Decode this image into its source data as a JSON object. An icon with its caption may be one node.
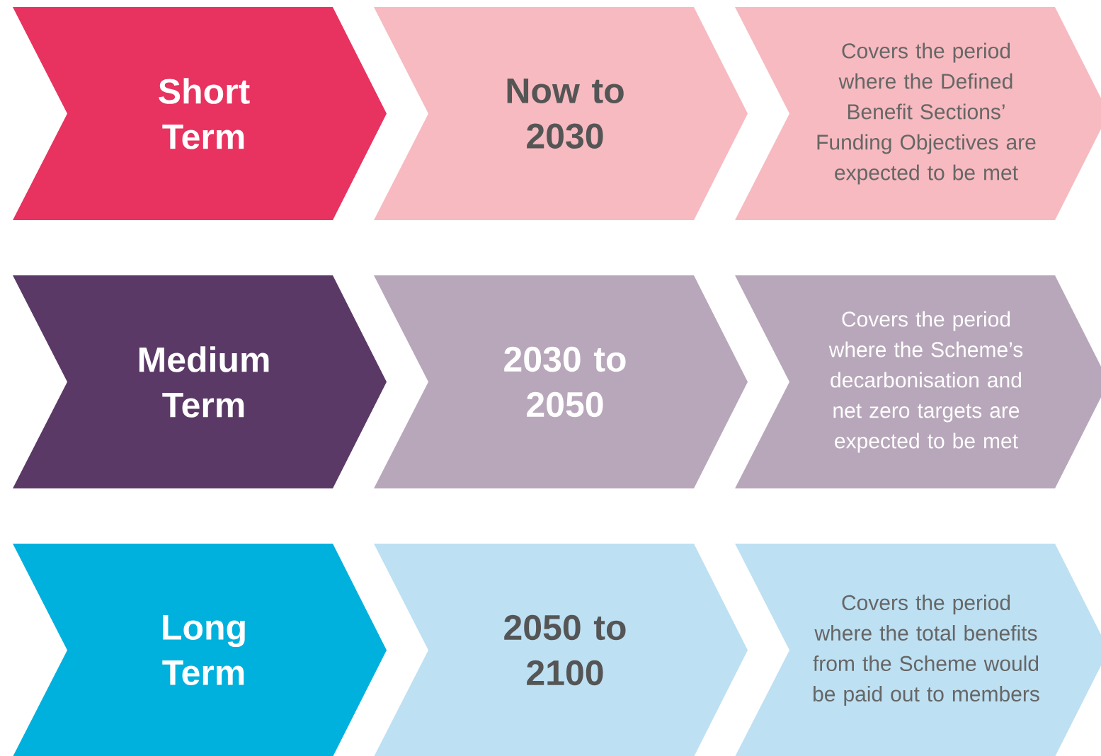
{
  "diagram": {
    "nodes": [
      {
        "text": [
          "Short Term"
        ]
      },
      {
        "text": [
          "Now to 2030"
        ]
      },
      {
        "text": [
          "Covers the period where the Defined Benefit Sections’ Funding Objectives are expected to be met"
        ]
      },
      {
        "text": [
          "Medium Term"
        ]
      },
      {
        "text": [
          "2030 to 2050"
        ]
      },
      {
        "text": [
          "Covers the period where the Scheme’s decarbonisation and net zero targets are expected to be met"
        ]
      },
      {
        "text": [
          "Long Term"
        ]
      },
      {
        "text": [
          "2050 to 2100"
        ]
      },
      {
        "text": [
          "Covers the period where the total benefits from the Scheme would be paid out to members"
        ]
      }
    ]
  }
}
